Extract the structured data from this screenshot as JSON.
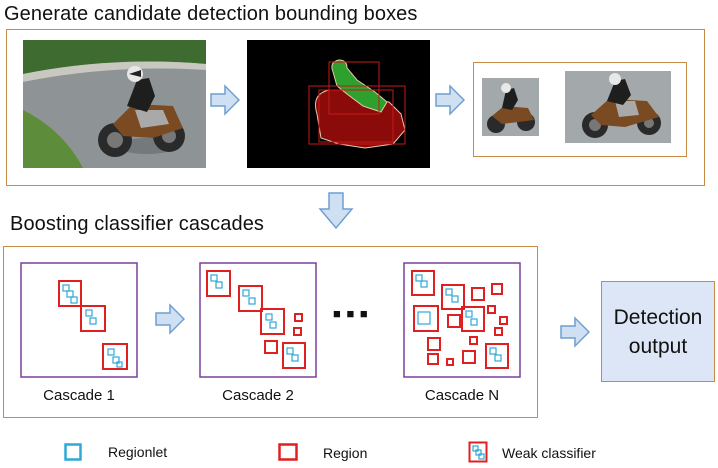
{
  "stages": {
    "generate_title": "Generate candidate detection bounding boxes",
    "boosting_title": "Boosting classifier cascades"
  },
  "cascades": [
    {
      "label": "Cascade 1"
    },
    {
      "label": "Cascade 2"
    },
    {
      "label": "Cascade N"
    }
  ],
  "ellipsis": "■ ■ ■",
  "output": {
    "line1": "Detection",
    "line2": "output"
  },
  "legend": {
    "regionlet": "Regionlet",
    "region": "Region",
    "weak_classifier": "Weak classifier"
  },
  "colors": {
    "panel_border": "#c98a45",
    "cascade_frame": "#7a3fa0",
    "region": "#e02020",
    "regionlet": "#2fa8d8",
    "arrow_fill": "#cfe0f3",
    "arrow_stroke": "#6f9fd0",
    "output_fill": "#dde6f6",
    "seg_body": "#8b0a0a",
    "seg_rider": "#2ea02e"
  }
}
